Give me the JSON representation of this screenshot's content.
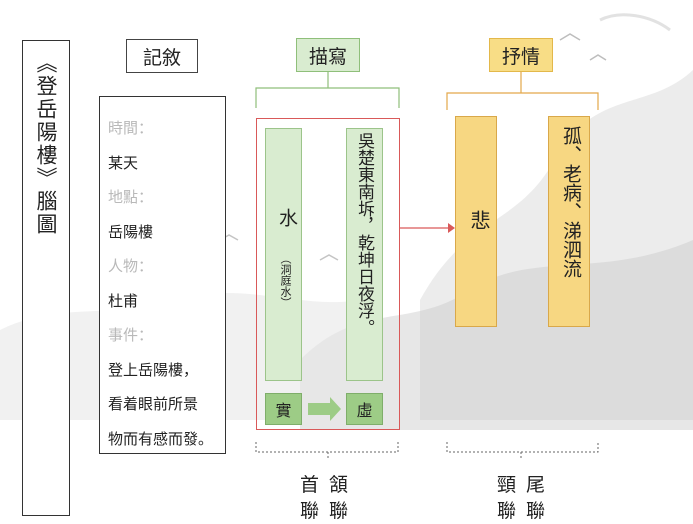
{
  "title": "《登岳陽樓》腦圖",
  "sections": {
    "jixu": {
      "label": "記敘"
    },
    "miaoxie": {
      "label": "描寫"
    },
    "shuqing": {
      "label": "抒情"
    }
  },
  "narrative": [
    {
      "key": "時間：",
      "value": "某天"
    },
    {
      "key": "地點：",
      "value": "岳陽樓"
    },
    {
      "key": "人物：",
      "value": "杜甫"
    },
    {
      "key": "事件：",
      "value_lines": [
        "登上岳陽樓，",
        "看着眼前所景",
        "物而有感而發。"
      ]
    }
  ],
  "description": {
    "water": "水",
    "water_note": "（洞庭水）",
    "scene": "吳楚東南坼，乾坤日夜浮。",
    "real": "實",
    "virtual": "虛"
  },
  "emotion": {
    "sad": "悲",
    "lonely": "孤、老病、涕泗流"
  },
  "couplets": {
    "left_top": "首 頷",
    "left_bottom": "聯 聯",
    "right_top": "頸 尾",
    "right_bottom": "聯 聯"
  },
  "colors": {
    "green_light": "#d9ecd0",
    "green_solid": "#9dcc86",
    "orange": "#f7d782",
    "red": "#d95959"
  }
}
